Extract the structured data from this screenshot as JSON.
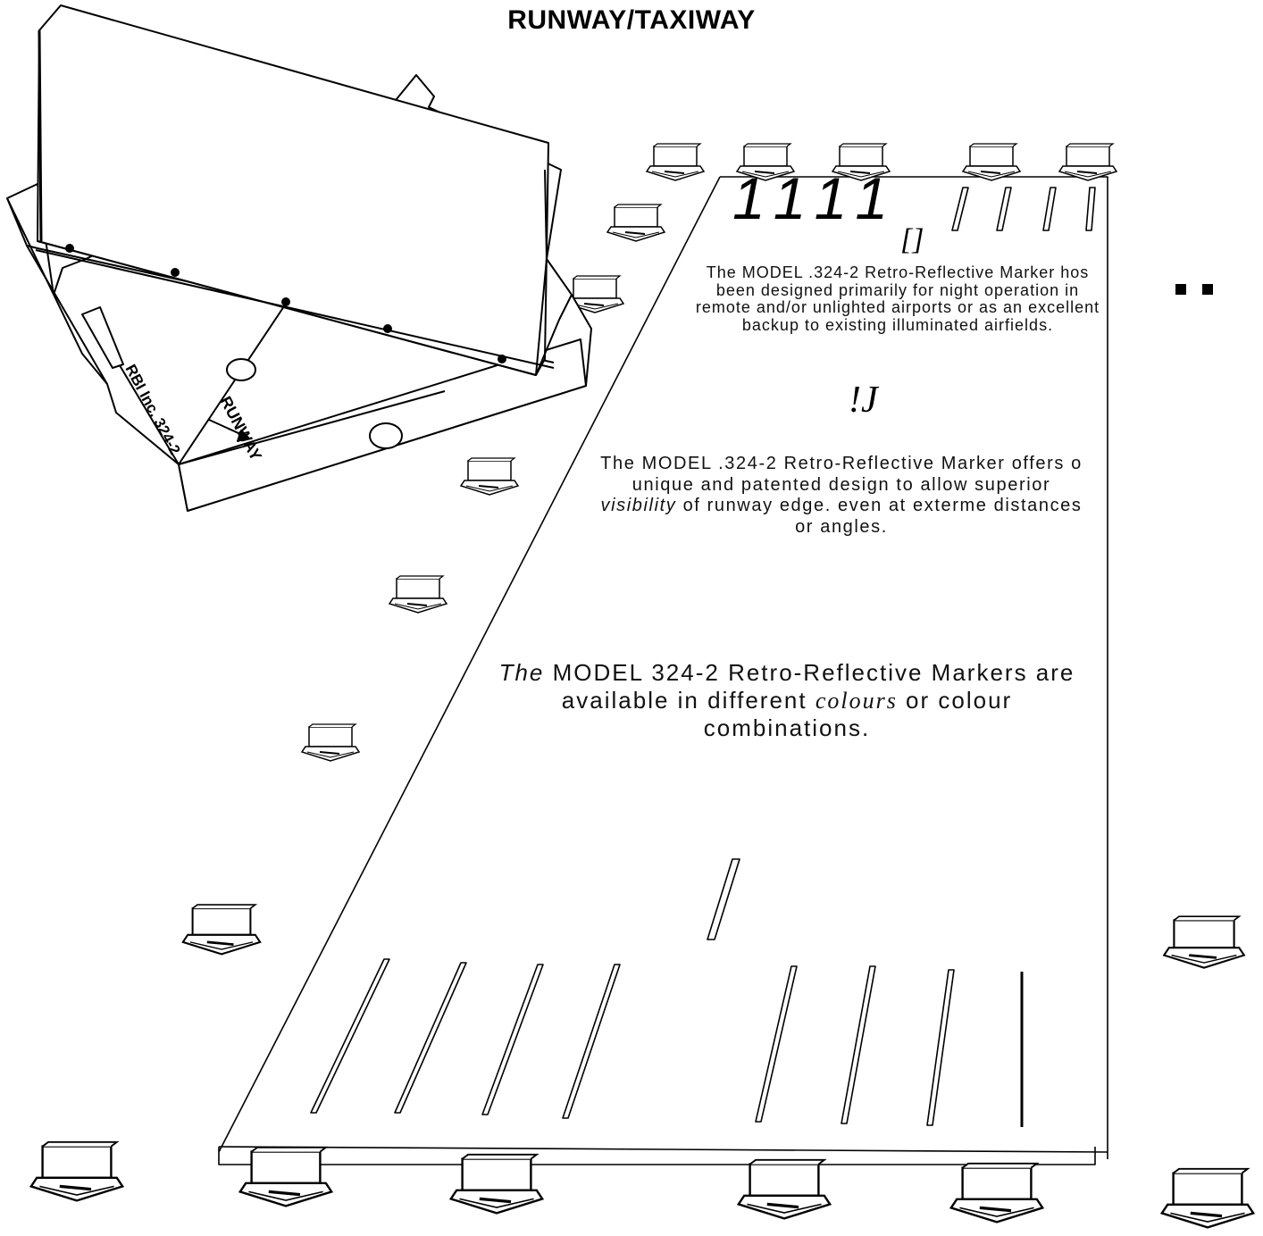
{
  "title": "RUNWAY/TAXIWAY",
  "numerals": "1111",
  "glyph_top": "[]",
  "glyph_mid": "!J",
  "marker_label_runway": "RUNWAY",
  "marker_label_brand": "RBI Inc. 324-2",
  "para1": "The MODEL .324-2 Retro-Reflective Marker hos been designed primarily for night operation in remote and/or unlighted airports or as an excellent backup to existing illuminated airfields.",
  "para2": {
    "a": "The MODEL .324-2 Retro-Reflective Marker offers o unique and patented design to allow superior ",
    "b": "visibility",
    "c": " of runway edge. even at exterme distances or angles."
  },
  "para3": {
    "a": "The",
    "b": " MODEL 324-2 Retro-Reflective Markers are available in different ",
    "c": "colours",
    "d": " or colour combinations."
  }
}
